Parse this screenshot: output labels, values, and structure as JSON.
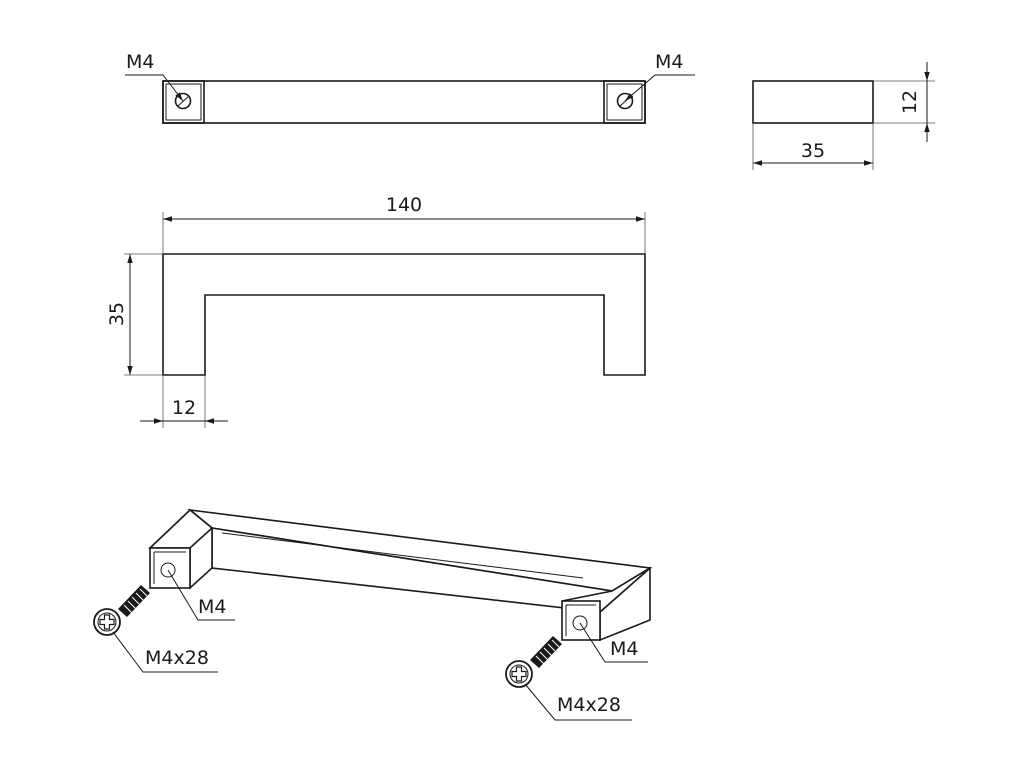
{
  "top_view": {
    "hole_left_label": "M4",
    "hole_right_label": "M4"
  },
  "end_view": {
    "height_dim": "12",
    "width_dim": "35"
  },
  "front_view": {
    "length_dim": "140",
    "height_dim": "35",
    "leg_width_dim": "12"
  },
  "iso_view": {
    "hole_left_label": "M4",
    "hole_right_label": "M4",
    "screw_left_label": "M4x28",
    "screw_right_label": "M4x28"
  }
}
